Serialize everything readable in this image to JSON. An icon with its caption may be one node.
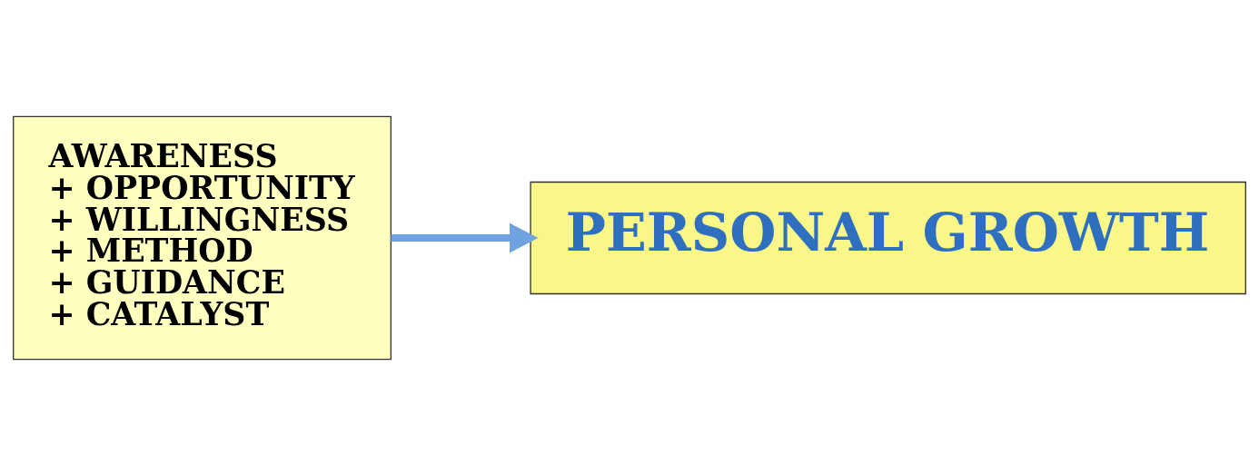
{
  "diagram": {
    "nodes": [
      {
        "text": [
          "AWARENESS",
          "+ OPPORTUNITY",
          "+ WILLINGNESS",
          "+ METHOD",
          "+ GUIDANCE",
          "+ CATALYST"
        ]
      },
      {
        "text": [
          "PERSONAL GROWTH"
        ]
      }
    ],
    "edges": [
      {
        "from": 0,
        "to": 1,
        "arrow": "to"
      }
    ]
  }
}
